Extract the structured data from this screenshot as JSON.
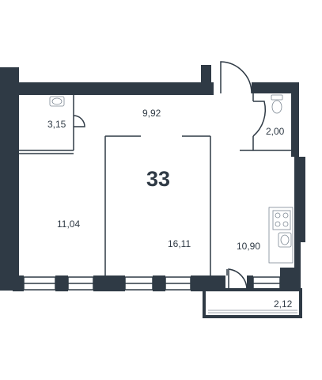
{
  "plan": {
    "apartment_number": "33",
    "rooms": [
      {
        "id": "bathroom",
        "area": "3,15"
      },
      {
        "id": "corridor",
        "area": "9,92"
      },
      {
        "id": "wc",
        "area": "2,00"
      },
      {
        "id": "bedroom",
        "area": "11,04"
      },
      {
        "id": "living-room",
        "area": "16,11"
      },
      {
        "id": "kitchen",
        "area": "10,90"
      },
      {
        "id": "balcony",
        "area": "2,12"
      }
    ],
    "colors": {
      "wall": "#2f3a45",
      "fixture": "#7d8893",
      "background": "#ffffff"
    }
  }
}
